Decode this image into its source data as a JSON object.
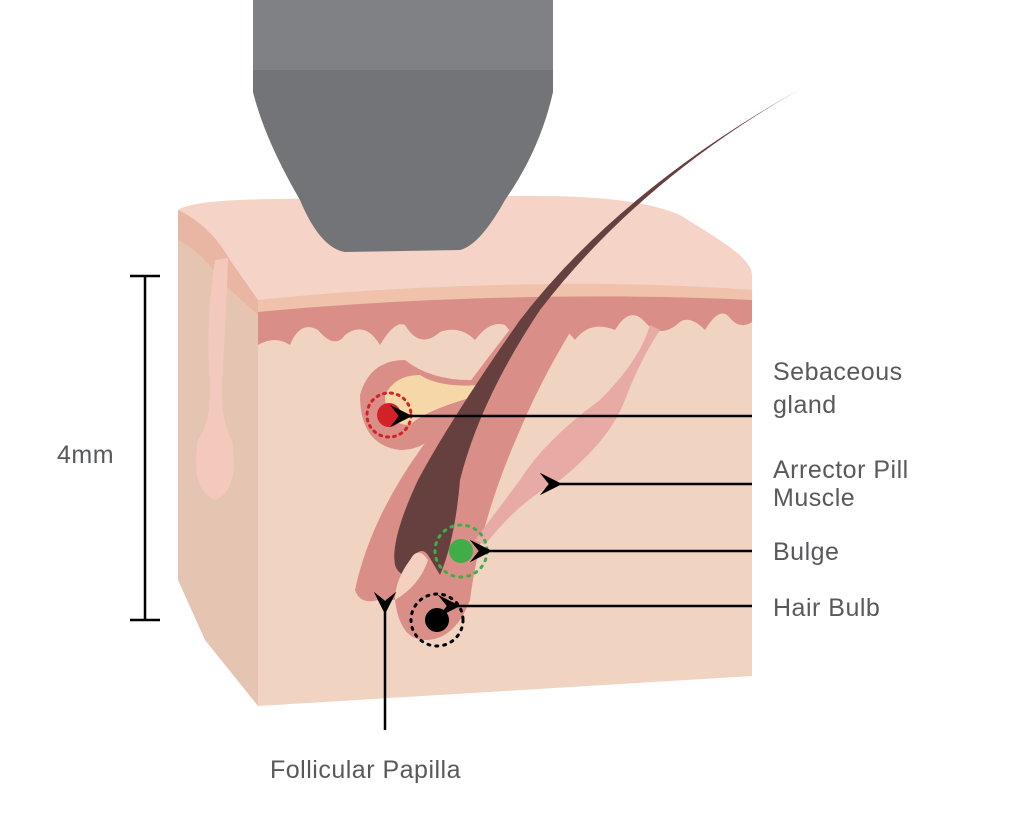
{
  "scale": {
    "label": "4mm"
  },
  "labels": {
    "sebaceous_line1": "Sebaceous",
    "sebaceous_line2": "gland",
    "arrector_line1": "Arrector Pill",
    "arrector_line2": "Muscle",
    "bulge": "Bulge",
    "hair_bulb": "Hair Bulb",
    "follicular_papilla": "Follicular Papilla"
  },
  "colors": {
    "probe_top": "#808185",
    "probe_bottom": "#737478",
    "skin_top": "#f5d3c6",
    "skin_front": "#f1d3c2",
    "skin_side": "#e6c4b2",
    "dermis_band": "#d98e88",
    "hair": "#66403f",
    "sebaceous_target": "#d42128",
    "bulge_target": "#3fae49",
    "bulb_target": "#000000"
  }
}
